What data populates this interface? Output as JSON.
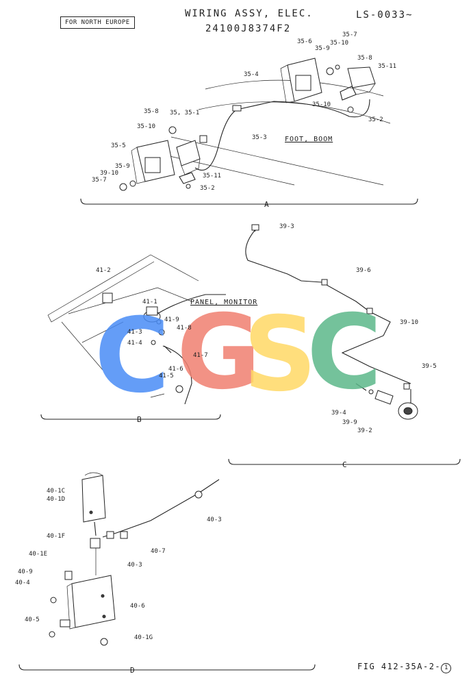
{
  "header": {
    "title": "WIRING ASSY, ELEC.",
    "part_number": "24100J8374F2",
    "serial": "LS-0033~",
    "region_tag": "FOR NORTH EUROPE"
  },
  "footer": {
    "figure": "FIG 412-35A-2",
    "sheet_mark": "1"
  },
  "watermark": {
    "letters": [
      "C",
      "G",
      "S",
      "C"
    ],
    "colors": [
      "#4a8df6",
      "#f08070",
      "#ffd966",
      "#5cb88a"
    ]
  },
  "sections": {
    "a": "A",
    "b": "B",
    "c": "C",
    "d": "D"
  },
  "captions": {
    "foot_boom": "FOOT, BOOM",
    "panel_monitor": "PANEL, MONITOR"
  },
  "labels": {
    "a": {
      "p35_6": "35-6",
      "p35_7_top": "35-7",
      "p35_9_top": "35-9",
      "p35_10_top": "35-10",
      "p35_8_top": "35-8",
      "p35_11_top": "35-11",
      "p35_4": "35-4",
      "p35_10_mid": "35-10",
      "p35_2_top": "35-2",
      "p35_3": "35-3",
      "p35_8_left": "35-8",
      "p35_35_1": "35, 35-1",
      "p35_10_left": "35-10",
      "p35_5": "35-5",
      "p35_9_left": "35-9",
      "p39_10": "39-10",
      "p35_7_left": "35-7",
      "p35_11_bottom": "35-11",
      "p35_2_bottom": "35-2"
    },
    "b": {
      "p41_2": "41-2",
      "p41_1": "41-1",
      "p41_9": "41-9",
      "p41_8": "41-8",
      "p41_3": "41-3",
      "p41_4": "41-4",
      "p41_7": "41-7",
      "p41_6": "41-6",
      "p41_5": "41-5"
    },
    "c": {
      "p39_3": "39-3",
      "p39_6": "39-6",
      "p39_10": "39-10",
      "p39_5": "39-5",
      "p39_4": "39-4",
      "p39_9": "39-9",
      "p39_2": "39-2"
    },
    "d": {
      "p40_1c": "40-1C",
      "p40_1d": "40-1D",
      "p40_3_right": "40-3",
      "p40_1f": "40-1F",
      "p40_7": "40-7",
      "p40_3_mid": "40-3",
      "p40_1e": "40-1E",
      "p40_9": "40-9",
      "p40_4": "40-4",
      "p40_6": "40-6",
      "p40_5": "40-5",
      "p40_1g": "40-1G"
    }
  }
}
